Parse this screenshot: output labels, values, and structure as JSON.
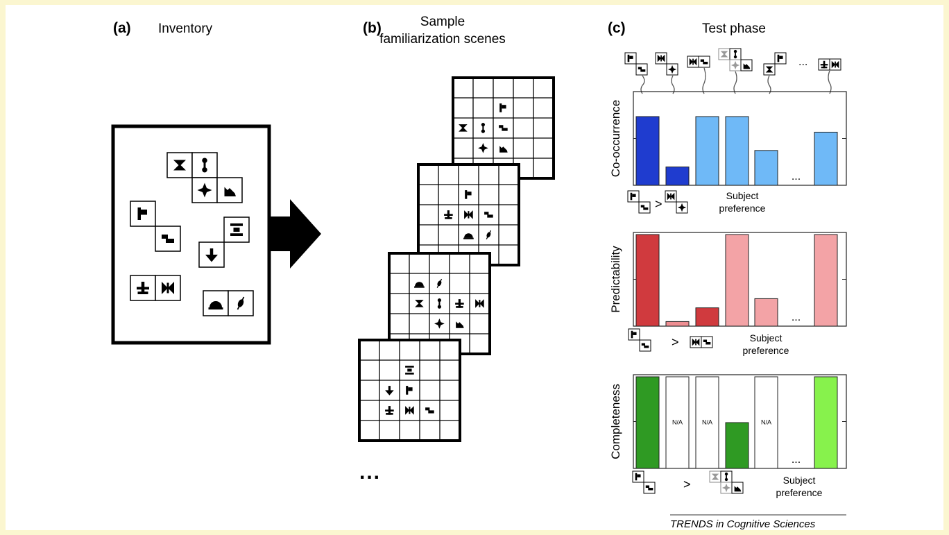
{
  "panels": {
    "a": {
      "letter": "(a)",
      "title": "Inventory"
    },
    "b": {
      "letter": "(b)",
      "title_line1": "Sample",
      "title_line2": "familiarization scenes",
      "ellipsis": "..."
    },
    "c": {
      "letter": "(c)",
      "title": "Test phase",
      "header_ellipsis": "..."
    }
  },
  "charts": [
    {
      "name": "co-occurrence",
      "ylabel": "Co-occurrence",
      "type": "bar",
      "values": [
        0.75,
        0.2,
        0.75,
        0.75,
        0.38,
        null,
        0.58
      ],
      "colors": [
        "#1f3ccf",
        "#1f3ccf",
        "#6fb9f7",
        "#6fb9f7",
        "#6fb9f7",
        null,
        "#6fb9f7"
      ],
      "na_label": "N/A",
      "ellipsis": "...",
      "legend_left_symbol": ">",
      "preference_line1": "Subject",
      "preference_line2": "preference"
    },
    {
      "name": "predictability",
      "ylabel": "Predictability",
      "type": "bar",
      "values": [
        1.0,
        0.05,
        0.2,
        1.0,
        0.3,
        null,
        1.0
      ],
      "colors": [
        "#d03a3e",
        "#ee8e92",
        "#d03a3e",
        "#f3a3a6",
        "#f3a3a6",
        null,
        "#f3a3a6"
      ],
      "na_label": "N/A",
      "ellipsis": "...",
      "legend_left_symbol": ">",
      "preference_line1": "Subject",
      "preference_line2": "preference"
    },
    {
      "name": "completeness",
      "ylabel": "Completeness",
      "type": "bar",
      "values": [
        1.0,
        "NA",
        "NA",
        0.5,
        "NA",
        null,
        1.0
      ],
      "colors": [
        "#2f9a23",
        "#ffffff",
        "#ffffff",
        "#2f9a23",
        "#ffffff",
        null,
        "#87f24c"
      ],
      "na_label": "N/A",
      "ellipsis": "...",
      "legend_left_symbol": ">",
      "preference_line1": "Subject",
      "preference_line2": "preference"
    }
  ],
  "footer": "TRENDS in Cognitive Sciences"
}
